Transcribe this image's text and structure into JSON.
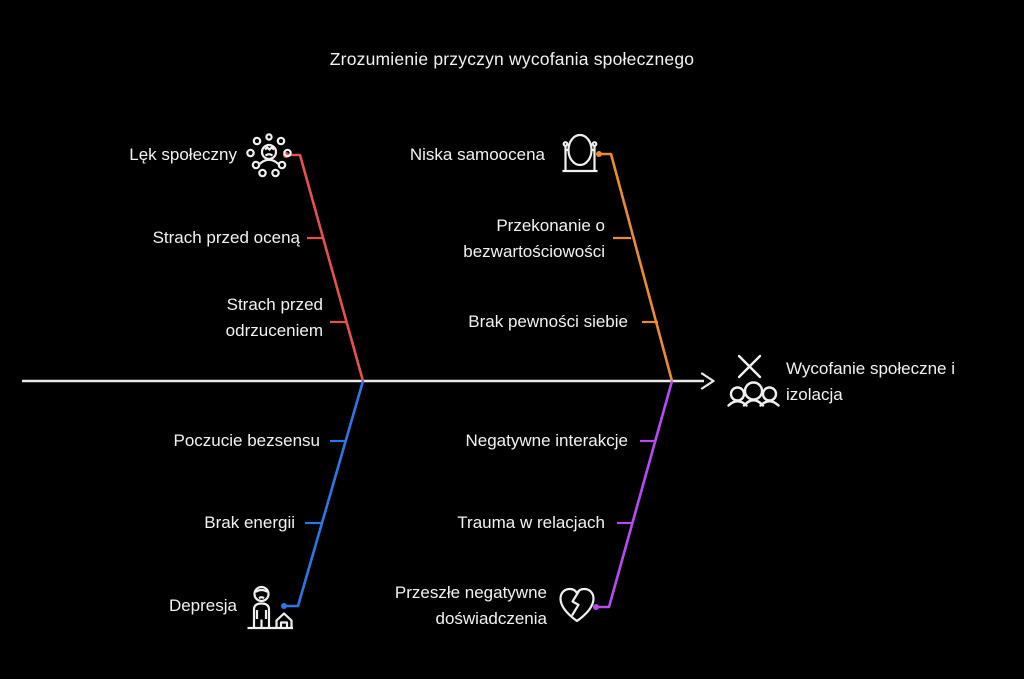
{
  "title": "Zrozumienie przyczyn wycofania społecznego",
  "effect": {
    "label": "Wycofanie społeczne i izolacja",
    "lines": [
      "Wycofanie społeczne i",
      "izolacja"
    ],
    "icons": [
      "x-icon",
      "people-group-icon"
    ]
  },
  "colors": {
    "background": "#000000",
    "text": "#f2f2f2",
    "spine": "#eaeaea",
    "icon_stroke": "#f0f0f0"
  },
  "branches": [
    {
      "id": "lek-spoleczny",
      "position": "top-left",
      "label": "Lęk społeczny",
      "label_lines": [
        "Lęk społeczny"
      ],
      "icon": "anxiety-person-icon",
      "color": "#e25251",
      "items": [
        {
          "label": "Strach przed oceną",
          "lines": [
            "Strach przed oceną"
          ]
        },
        {
          "label": "Strach przed odrzuceniem",
          "lines": [
            "Strach przed",
            "odrzuceniem"
          ]
        }
      ]
    },
    {
      "id": "niska-samoocena",
      "position": "top-right",
      "label": "Niska samoocena",
      "label_lines": [
        "Niska samoocena"
      ],
      "icon": "mirror-icon",
      "color": "#ea8c33",
      "items": [
        {
          "label": "Przekonanie o bezwartościowości",
          "lines": [
            "Przekonanie o",
            "bezwartościowości"
          ]
        },
        {
          "label": "Brak pewności siebie",
          "lines": [
            "Brak pewności siebie"
          ]
        }
      ]
    },
    {
      "id": "depresja",
      "position": "bottom-left",
      "label": "Depresja",
      "label_lines": [
        "Depresja"
      ],
      "icon": "person-house-icon",
      "color": "#3076e3",
      "items": [
        {
          "label": "Poczucie bezsensu",
          "lines": [
            "Poczucie bezsensu"
          ]
        },
        {
          "label": "Brak energii",
          "lines": [
            "Brak energii"
          ]
        }
      ]
    },
    {
      "id": "przeszle-negatywne-doswiadczenia",
      "position": "bottom-right",
      "label": "Przeszłe negatywne doświadczenia",
      "label_lines": [
        "Przeszłe negatywne",
        "doświadczenia"
      ],
      "icon": "broken-heart-icon",
      "color": "#b44cf0",
      "items": [
        {
          "label": "Negatywne interakcje",
          "lines": [
            "Negatywne interakcje"
          ]
        },
        {
          "label": "Trauma w relacjach",
          "lines": [
            "Trauma w relacjach"
          ]
        }
      ]
    }
  ]
}
